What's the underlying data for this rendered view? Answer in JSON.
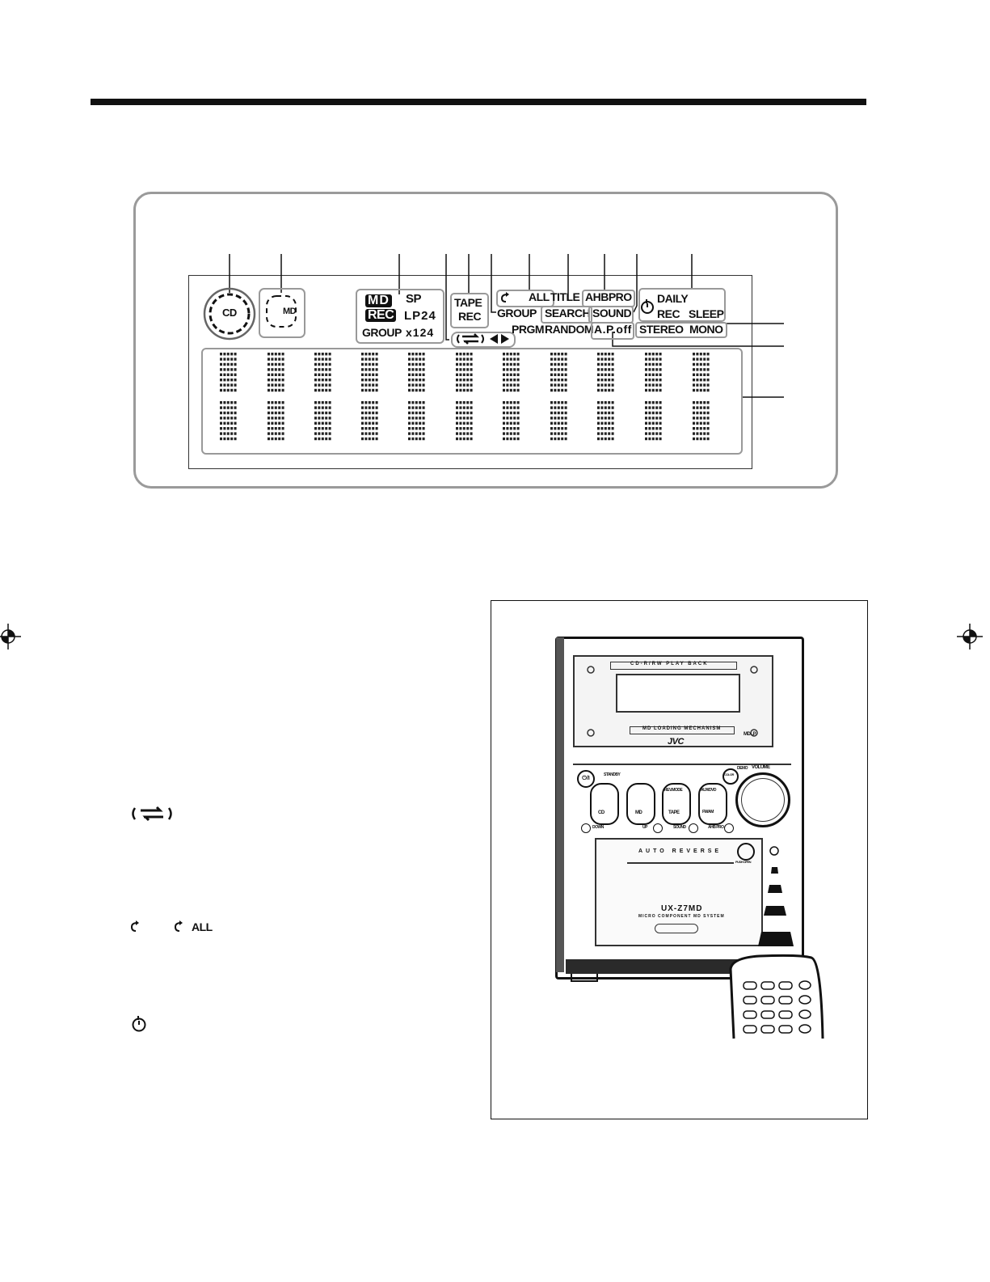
{
  "display": {
    "cd_label": "CD",
    "md_label": "MD",
    "md_box": {
      "md": "MD",
      "rec": "REC",
      "sp": "SP",
      "lp": "LP24",
      "group": "GROUP",
      "x": "x124"
    },
    "tape_box": {
      "tape": "TAPE",
      "rec": "REC"
    },
    "group_label": "GROUP",
    "prgm_label": "PRGM",
    "all_label": "ALL",
    "title_label": "TITLE",
    "search_label": "SEARCH",
    "random_label": "RANDOM",
    "ahbpro_label": "AHBPRO",
    "sound_label": "SOUND",
    "apoff_label": "A.P.off",
    "timer_box": {
      "daily": "DAILY",
      "rec": "REC",
      "sleep": "SLEEP"
    },
    "stereo_label": "STEREO",
    "mono_label": "MONO"
  },
  "legend_text": {
    "repeat_all": "ALL"
  },
  "unit": {
    "model": "UX-Z7MD",
    "subtitle": "MICRO COMPONENT MD SYSTEM",
    "brand": "JVC",
    "cd_strip": "CD-R/RW PLAY BACK",
    "md_strip": "MD LOADING MECHANISM",
    "auto_reverse": "AUTO REVERSE",
    "push_open": "PUSH OPEN",
    "volume": "VOLUME",
    "standby": "STANDBY",
    "demo": "DEMO",
    "color": "COLOR",
    "btn_rev_mode": "REV.MODE",
    "btn_am_fm": "AUX/DVD",
    "btn_fm_am": "FM/AM",
    "btn_cd": "CD",
    "btn_md": "MD",
    "btn_tape": "TAPE",
    "down": "DOWN",
    "up": "UP",
    "sound": "SOUND",
    "ahbpro": "AHB PRO",
    "mdlp": "MDLP",
    "power": "⏻/I"
  }
}
